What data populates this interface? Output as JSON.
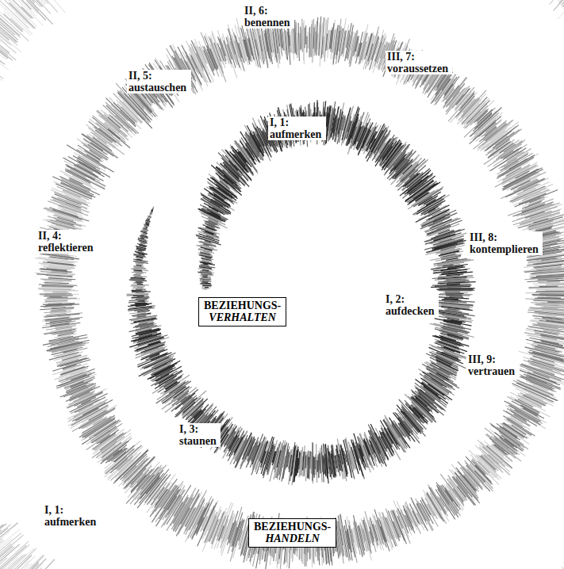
{
  "diagram": {
    "nodes": [
      {
        "text": [
          "BEZIEHUNGS-",
          "VERHALTEN"
        ]
      },
      {
        "text": [
          "BEZIEHUNGS-",
          "HANDELN"
        ]
      }
    ],
    "labels": [
      "II, 6: benennen",
      "II, 5: austauschen",
      "III, 7: voraussetzen",
      "I, 1: aufmerken",
      "II, 4: reflektieren",
      "III, 8: kontemplieren",
      "I, 2: aufdecken",
      "III, 9: vertrauen",
      "I, 3: staunen",
      "I, 1: aufmerken"
    ]
  }
}
